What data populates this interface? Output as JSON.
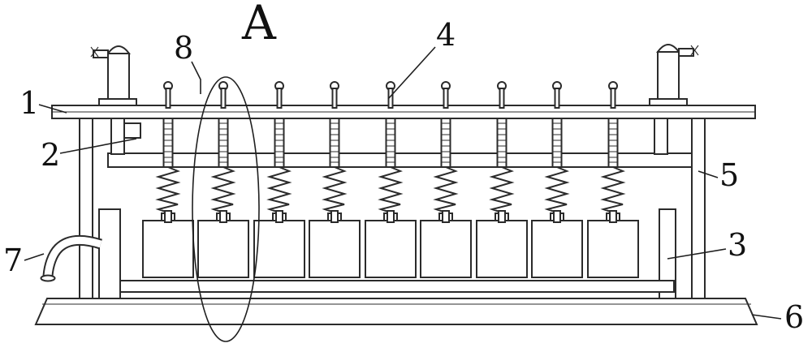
{
  "figure": {
    "kind": "patent-style mechanical line drawing",
    "background": "#ffffff",
    "ink_color": "#2b2b2b",
    "detail_region_marker": "A"
  },
  "labels": {
    "part1": "1",
    "part2": "2",
    "part3": "3",
    "part4": "4",
    "part5": "5",
    "part6": "6",
    "part7": "7",
    "part8": "8",
    "detailA": "A"
  }
}
